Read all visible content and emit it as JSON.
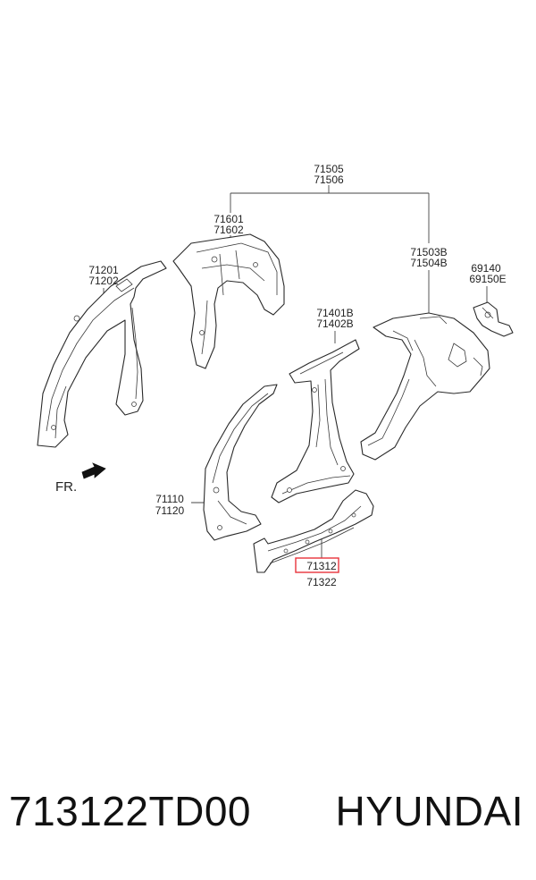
{
  "labels": {
    "l71505": "71505",
    "l71506": "71506",
    "l71601": "71601",
    "l71602": "71602",
    "l71201": "71201",
    "l71202": "71202",
    "l71503B": "71503B",
    "l71504B": "71504B",
    "l69140": "69140",
    "l69150E": "69150E",
    "l71401B": "71401B",
    "l71402B": "71402B",
    "l71110": "71110",
    "l71120": "71120",
    "l71312": "71312",
    "l71322": "71322",
    "fr": "FR."
  },
  "highlight": {
    "part": "71312",
    "color": "#e8333b"
  },
  "caption": {
    "part_number": "713122TD00",
    "brand": "HYUNDAI"
  }
}
